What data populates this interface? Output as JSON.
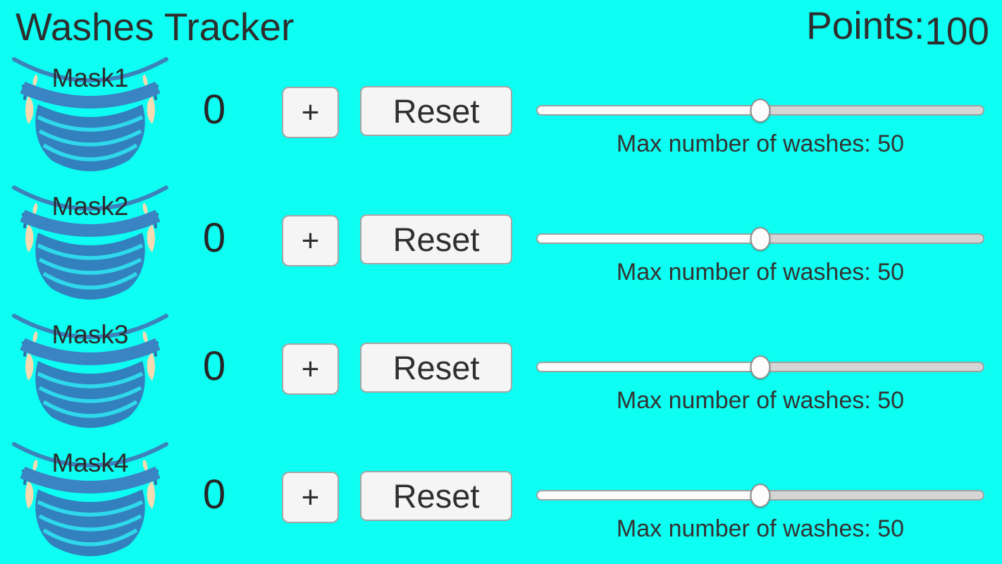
{
  "header": {
    "title": "Washes Tracker",
    "points_label": "Points:",
    "points_value": "100"
  },
  "colors": {
    "background": "#0CFFF2",
    "text": "#2E2E2E",
    "mask_body_blue": "#3380BE",
    "mask_band_blue": "#3B84C4",
    "mask_strap_blue": "#3B83BC",
    "mask_pleat_gap_cyan": "#2FD9EC",
    "mask_ear_peach": "#F5DBB2",
    "button_background": "#F5F5F5",
    "button_border": "#A5A5A5",
    "slider_fill": "#FBFBFB",
    "slider_track": "#D5D5D5",
    "slider_thumb": "#FCFCFC"
  },
  "rows": [
    {
      "label": "Mask1",
      "count": "0",
      "plus": "+",
      "reset": "Reset",
      "slider_value": 50,
      "slider_percent": 50,
      "max_text": "Max number of washes: 50"
    },
    {
      "label": "Mask2",
      "count": "0",
      "plus": "+",
      "reset": "Reset",
      "slider_value": 50,
      "slider_percent": 50,
      "max_text": "Max number of washes: 50"
    },
    {
      "label": "Mask3",
      "count": "0",
      "plus": "+",
      "reset": "Reset",
      "slider_value": 50,
      "slider_percent": 50,
      "max_text": "Max number of washes: 50"
    },
    {
      "label": "Mask4",
      "count": "0",
      "plus": "+",
      "reset": "Reset",
      "slider_value": 50,
      "slider_percent": 50,
      "max_text": "Max number of washes: 50"
    }
  ]
}
